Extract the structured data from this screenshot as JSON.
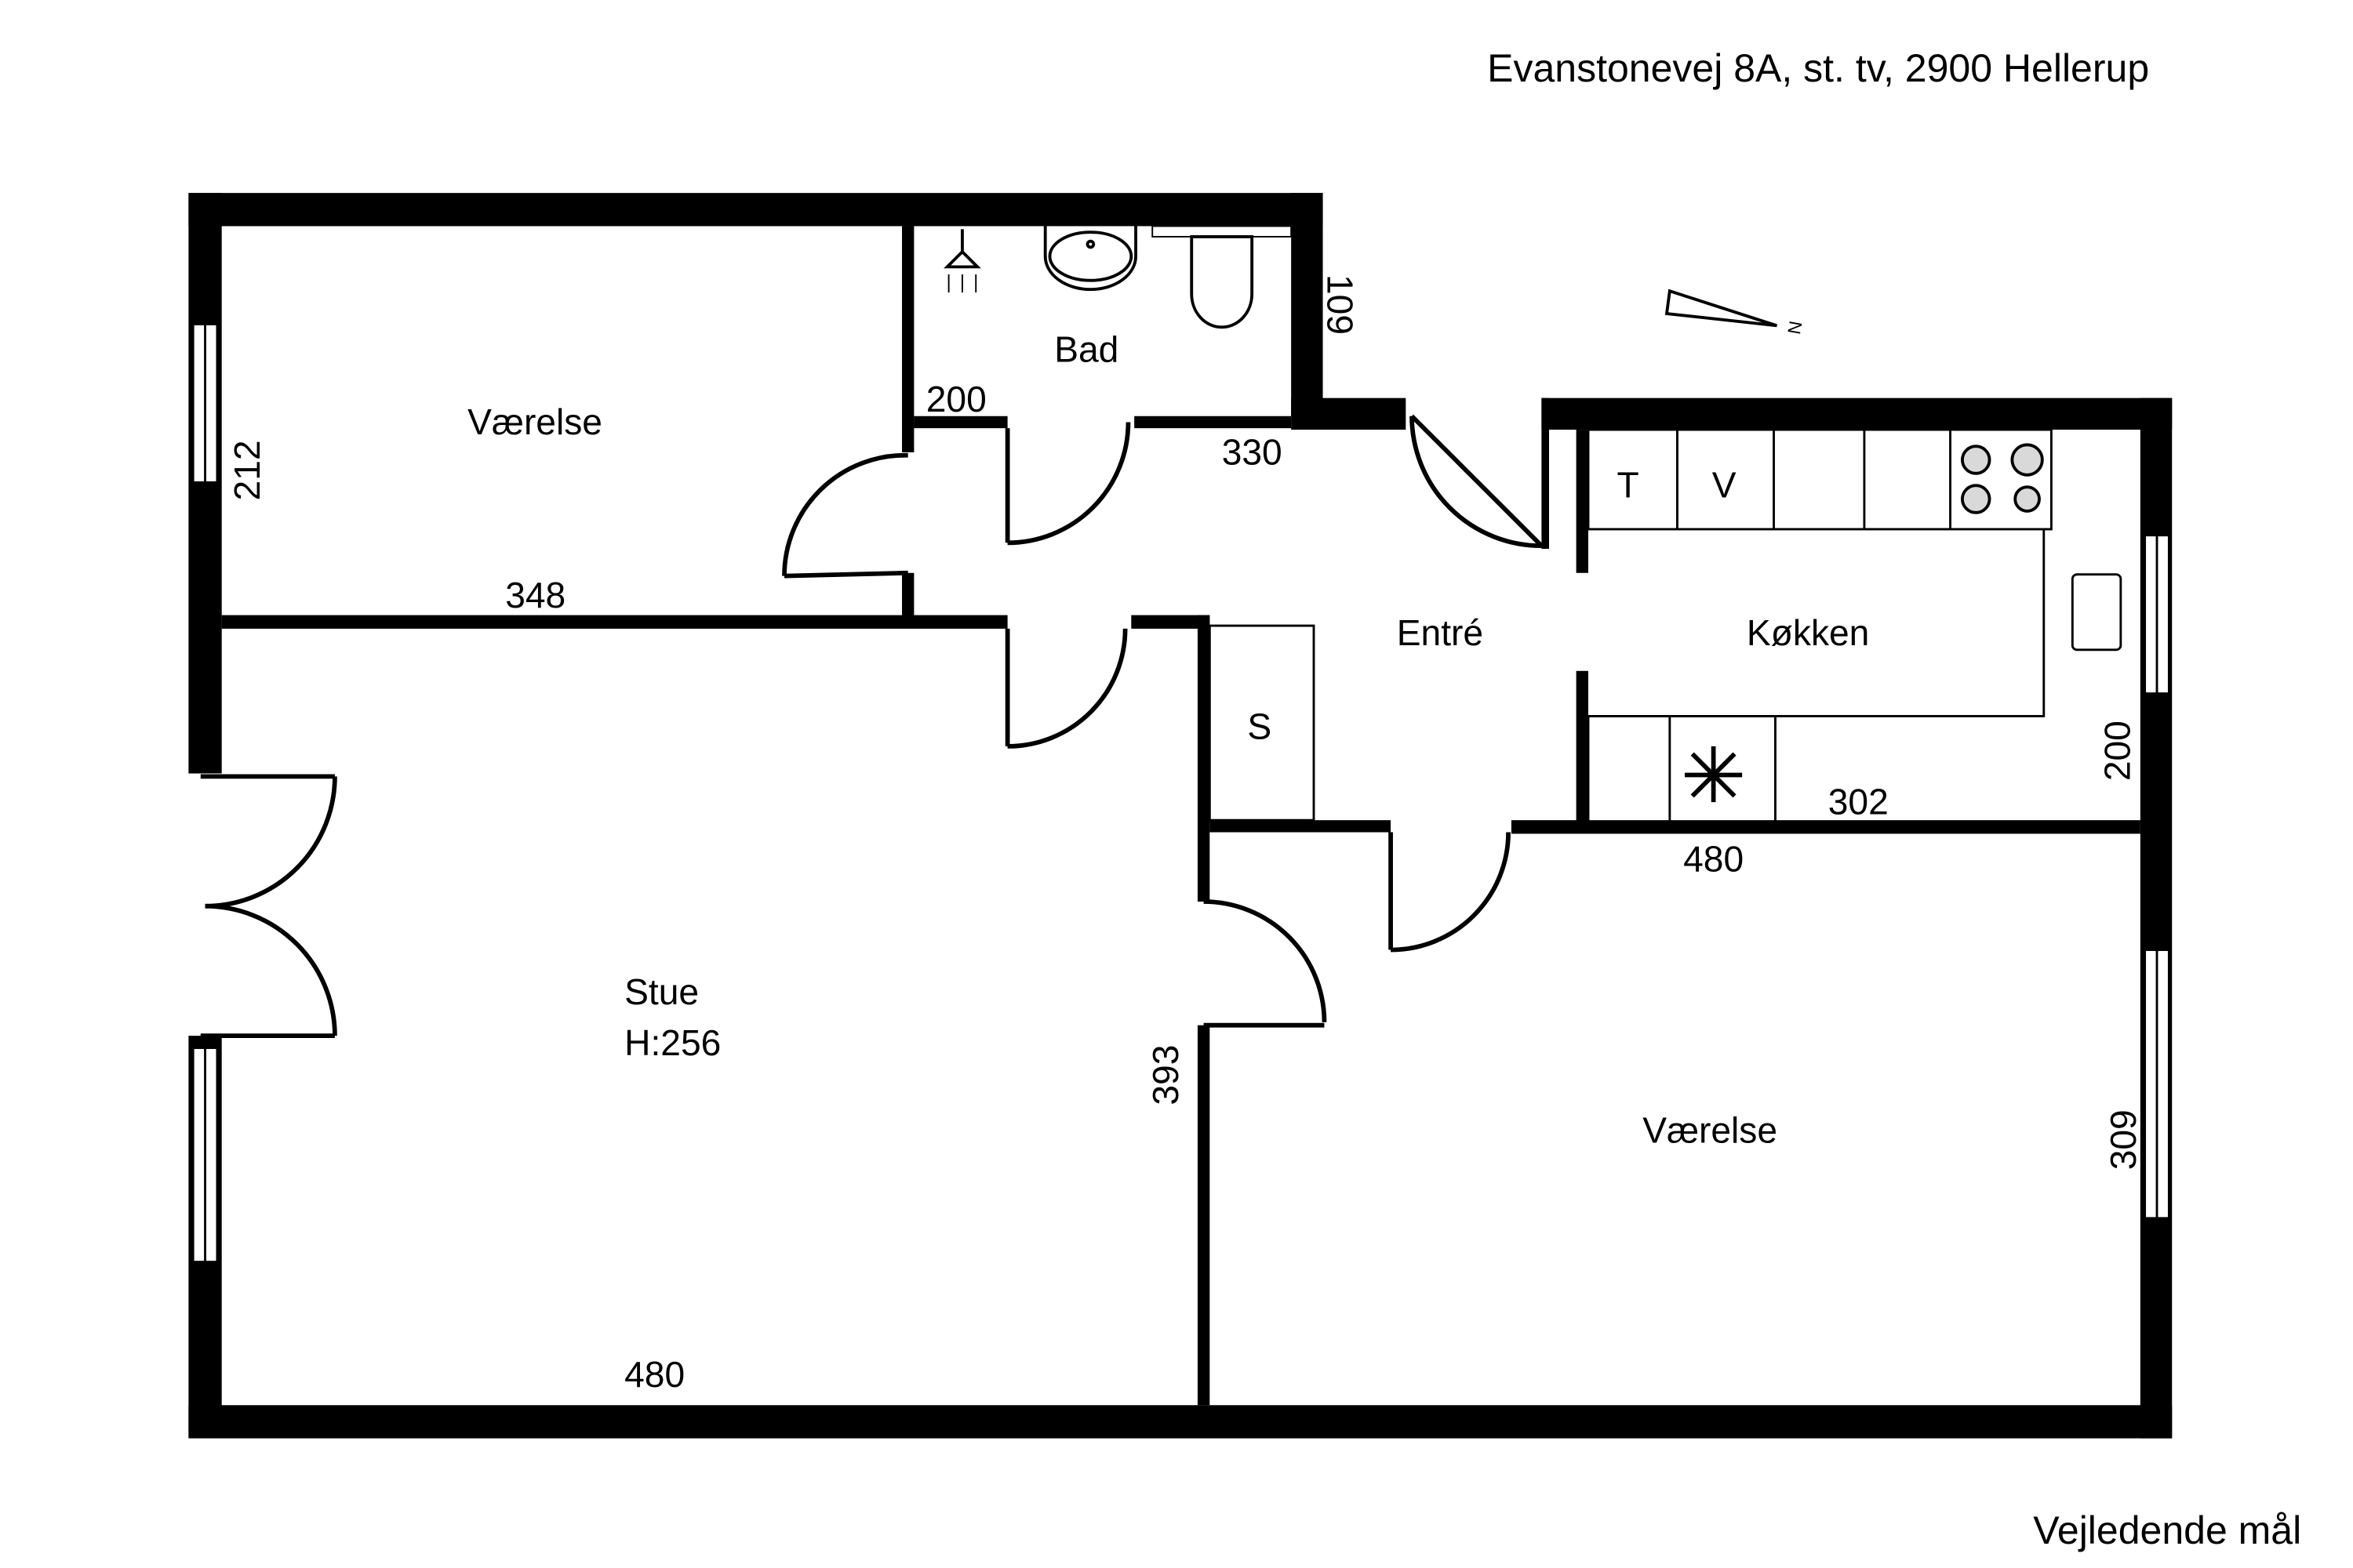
{
  "header": {
    "address": "Evanstonevej 8A, st. tv, 2900 Hellerup"
  },
  "footer": {
    "note": "Vejledende mål"
  },
  "compass": {
    "label": "N"
  },
  "rooms": {
    "vaerelse1": "Værelse",
    "bad": "Bad",
    "entre": "Entré",
    "kokken": "Køkken",
    "stue": "Stue",
    "stue_height": "H:256",
    "vaerelse2": "Værelse"
  },
  "fixtures": {
    "t": "T",
    "v": "V",
    "s": "S"
  },
  "dimensions": {
    "d212": "212",
    "d348": "348",
    "d200_bad": "200",
    "d330": "330",
    "d109": "109",
    "d302": "302",
    "d200_kitchen": "200",
    "d480_kitchen": "480",
    "d393": "393",
    "d480_stue": "480",
    "d309": "309"
  },
  "colors": {
    "wall": "#000000",
    "background": "#ffffff",
    "hob": "#d9d9d9"
  }
}
